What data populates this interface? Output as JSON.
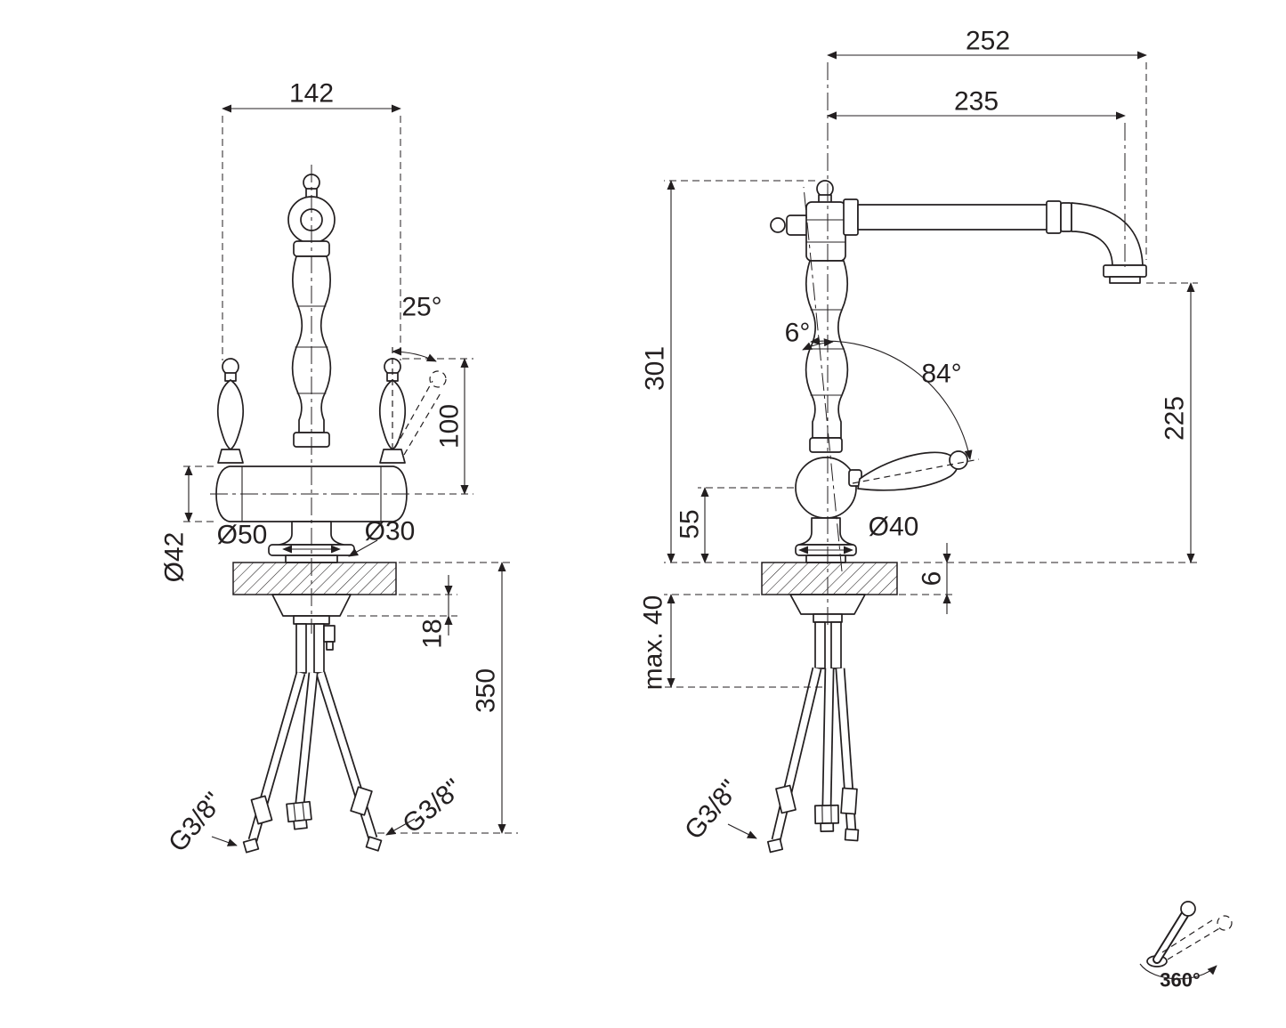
{
  "front_view": {
    "width": "142",
    "handle_angle": "25°",
    "handle_height": "100",
    "body_diameter": "Ø42",
    "base_diameter": "Ø50",
    "shank_diameter": "Ø30",
    "under_deck_depth": "18",
    "hose_length": "350",
    "thread_left": "G3/8\"",
    "thread_right": "G3/8\""
  },
  "side_view": {
    "reach_overall": "252",
    "reach_to_axis": "235",
    "height_overall": "301",
    "tilt_angle": "6°",
    "handle_swing_angle": "84°",
    "spout_height": "225",
    "body_height": "55",
    "base_diameter": "Ø40",
    "deck_min_thickness": "6",
    "deck_max_thickness": "max. 40",
    "thread": "G3/8\""
  },
  "rotation_icon": {
    "label": "360°"
  },
  "colors": {
    "line": "#231f20",
    "background": "#ffffff"
  }
}
